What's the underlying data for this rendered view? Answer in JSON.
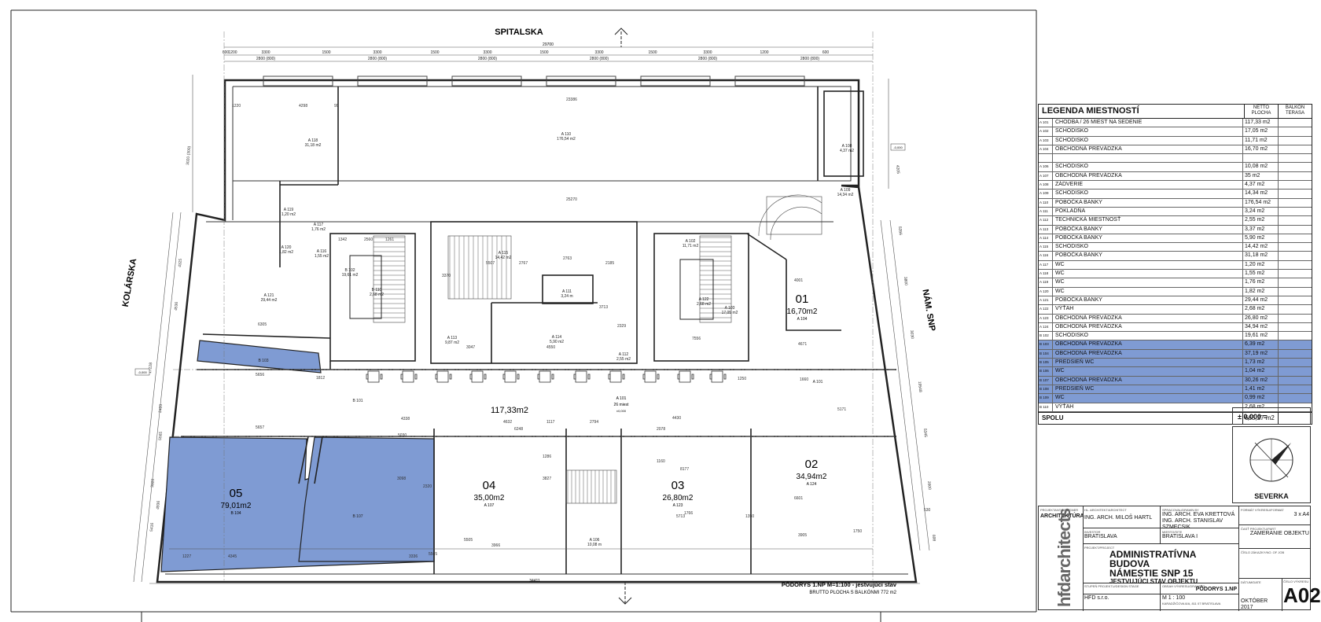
{
  "plan": {
    "streets": {
      "top": "SPITALSKA",
      "left": "KOLÁRSKA",
      "right": "NÁM. SNP"
    },
    "top_dims_main": [
      "600",
      "1200",
      "3300",
      "1500",
      "3300",
      "1500",
      "3300",
      "1500",
      "3300",
      "1500",
      "3300",
      "1200",
      "600"
    ],
    "top_dims_sub": [
      "2800 (800)",
      "2800 (800)",
      "2800 (800)",
      "2800 (800)",
      "2800 (800)",
      "2800 (800)",
      "2800 (800)",
      "2800 (800)"
    ],
    "overall_width": "29700",
    "bottom_width": "34411",
    "units": [
      {
        "num": "05",
        "area": "79,01m2",
        "code": "B 104"
      },
      {
        "num": "04",
        "area": "35,00m2",
        "code": "A 107"
      },
      {
        "num": "03",
        "area": "26,80m2",
        "code": "A 123"
      },
      {
        "num": "02",
        "area": "34,94m2",
        "code": "A 124"
      },
      {
        "num": "01",
        "area": "16,70m2",
        "code": "A 104"
      }
    ],
    "corridor": {
      "area": "117,33m2",
      "label": "A 101",
      "seats": "26 miest",
      "level": "±0,000"
    },
    "rooms": [
      {
        "code": "A 110",
        "area": "176,54 m2"
      },
      {
        "code": "A 118",
        "area": "31,18 m2"
      },
      {
        "code": "A 109",
        "area": "14,34 m2"
      },
      {
        "code": "A 108",
        "area": "4,37 m2"
      },
      {
        "code": "A 119",
        "area": "1,20 m2"
      },
      {
        "code": "A 120",
        "area": "1,82 m2"
      },
      {
        "code": "A 117",
        "area": "1,76 m2"
      },
      {
        "code": "A 116",
        "area": "1,55 m2"
      },
      {
        "code": "A 121",
        "area": "29,44 m2"
      },
      {
        "code": "B 102",
        "area": "19,61 m2"
      },
      {
        "code": "B 110",
        "area": "2,68 m2"
      },
      {
        "code": "A 115",
        "area": "14,42 m2"
      },
      {
        "code": "A 111",
        "area": "3,24 m"
      },
      {
        "code": "A 113",
        "area": "9,87 m2"
      },
      {
        "code": "A 114",
        "area": "5,90 m2"
      },
      {
        "code": "A 112",
        "area": "2,55 m2"
      },
      {
        "code": "A 102",
        "area": "11,71 m2"
      },
      {
        "code": "A 122",
        "area": "2,68 m2"
      },
      {
        "code": "A 103",
        "area": "17,05 m2"
      },
      {
        "code": "A 106",
        "area": "10,08 m"
      },
      {
        "code": "B 103",
        "area": ""
      },
      {
        "code": "B 101",
        "area": ""
      },
      {
        "code": "A 101",
        "area": ""
      },
      {
        "code": "B 107",
        "area": ""
      }
    ],
    "dims": [
      "4298",
      "99",
      "23386",
      "1220",
      "25270",
      "1342",
      "2560",
      "1261",
      "3370",
      "5507",
      "2767",
      "4001",
      "2185",
      "2763",
      "3713",
      "6305",
      "5656",
      "5657",
      "4632",
      "1117",
      "2794",
      "4430",
      "5171",
      "3047",
      "4550",
      "2329",
      "3905",
      "1750",
      "6601",
      "5713",
      "1227",
      "4345",
      "3336",
      "3966",
      "5505",
      "1286",
      "3827",
      "6248",
      "8177",
      "1350",
      "7556",
      "4671",
      "1660",
      "1250",
      "1812",
      "4338",
      "5030",
      "3098",
      "5565",
      "2320",
      "1766",
      "530",
      "1160",
      "2078"
    ],
    "left_dims": [
      "3020 (300)",
      "4325",
      "4536",
      "17228",
      "2420",
      "5565",
      "3320",
      "4936",
      "5416"
    ],
    "right_dims": [
      "4205",
      "5356",
      "3800",
      "3030",
      "19548",
      "5345",
      "2600",
      "698"
    ],
    "caption_line1": "PÔDORYS 1.NP M=1:100 - jestvujúci stav",
    "caption_line2": "BRUTTO PLOCHA S BALKÓNMI 772 m2",
    "level_tag": "-0,000",
    "colors": {
      "highlight": "#7f9bd3",
      "line": "#222222",
      "light": "#8a8a8a"
    }
  },
  "legend": {
    "title": "LEGENDA MIESTNOSTÍ",
    "col_area": "NETTO PLOCHA",
    "col_terrace": "BALKÓN TERASA",
    "rows": [
      {
        "code": "A 101",
        "name": "CHODBA / 26 MIEST NA SEDENIE",
        "area": "117,33 m2",
        "hl": false
      },
      {
        "code": "A 102",
        "name": "SCHODISKO",
        "area": "17,05 m2",
        "hl": false
      },
      {
        "code": "A 103",
        "name": "SCHODISKO",
        "area": "11,71 m2",
        "hl": false
      },
      {
        "code": "A 104",
        "name": "OBCHODNÁ PREVÁDZKA",
        "area": "16,70 m2",
        "hl": false
      },
      {
        "code": "",
        "name": "",
        "area": "",
        "hl": false
      },
      {
        "code": "A 106",
        "name": "SCHODISKO",
        "area": "10,08 m2",
        "hl": false
      },
      {
        "code": "A 107",
        "name": "OBCHODNÁ PREVÁDZKA",
        "area": "35 m2",
        "hl": false
      },
      {
        "code": "A 108",
        "name": "ZÁDVERIE",
        "area": "4,37 m2",
        "hl": false
      },
      {
        "code": "A 109",
        "name": "SCHODISKO",
        "area": "14,34 m2",
        "hl": false
      },
      {
        "code": "A 110",
        "name": "POBOČKA BANKY",
        "area": "176,54 m2",
        "hl": false
      },
      {
        "code": "A 111",
        "name": "POKLADŇA",
        "area": "3,24 m2",
        "hl": false
      },
      {
        "code": "A 112",
        "name": "TECHNICKÁ MIESTNOSŤ",
        "area": "2,55 m2",
        "hl": false
      },
      {
        "code": "A 113",
        "name": "POBOČKA BANKY",
        "area": "3,37 m2",
        "hl": false
      },
      {
        "code": "A 114",
        "name": "POBOČKA BANKY",
        "area": "5,90 m2",
        "hl": false
      },
      {
        "code": "A 115",
        "name": "SCHODISKO",
        "area": "14,42 m2",
        "hl": false
      },
      {
        "code": "A 116",
        "name": "POBOČKA BANKY",
        "area": "31,18 m2",
        "hl": false
      },
      {
        "code": "A 117",
        "name": "WC",
        "area": "1,20 m2",
        "hl": false
      },
      {
        "code": "A 118",
        "name": "WC",
        "area": "1,55 m2",
        "hl": false
      },
      {
        "code": "A 119",
        "name": "WC",
        "area": "1,76 m2",
        "hl": false
      },
      {
        "code": "A 120",
        "name": "WC",
        "area": "1,82 m2",
        "hl": false
      },
      {
        "code": "A 121",
        "name": "POBOČKA BANKY",
        "area": "29,44 m2",
        "hl": false
      },
      {
        "code": "A 122",
        "name": "VÝŤAH",
        "area": "2,68 m2",
        "hl": false
      },
      {
        "code": "A 123",
        "name": "OBCHODNÁ PREVÁDZKA",
        "area": "26,80 m2",
        "hl": false
      },
      {
        "code": "A 124",
        "name": "OBCHODNÁ PREVÁDZKA",
        "area": "34,94 m2",
        "hl": false
      },
      {
        "code": "B 102",
        "name": "SCHODISKO",
        "area": "19,61 m2",
        "hl": false
      },
      {
        "code": "B 103",
        "name": "OBCHODNÁ PREVÁDZKA",
        "area": "6,39 m2",
        "hl": true
      },
      {
        "code": "B 104",
        "name": "OBCHODNÁ PREVÁDZKA",
        "area": "37,19 m2",
        "hl": true
      },
      {
        "code": "B 105",
        "name": "PREDSIEŇ WC",
        "area": "1,73 m2",
        "hl": true
      },
      {
        "code": "B 106",
        "name": "WC",
        "area": "1,04 m2",
        "hl": true
      },
      {
        "code": "B 107",
        "name": "OBCHODNÁ PREVÁDZKA",
        "area": "30,26 m2",
        "hl": true
      },
      {
        "code": "B 108",
        "name": "PREDSIEŇ WC",
        "area": "1,41 m2",
        "hl": true
      },
      {
        "code": "B 109",
        "name": "WC",
        "area": "0,99 m2",
        "hl": true
      },
      {
        "code": "B 110",
        "name": "VÝŤAH",
        "area": "2,68 m2",
        "hl": false
      }
    ],
    "total_label": "SPOLU",
    "total_value": "665,27 m2"
  },
  "zero_level": "± 0,000 =",
  "north_label": "SEVERKA",
  "titleblock": {
    "firm_small": "PROJEKTANT/DESIGNER",
    "firm_name": "ARCHITEKTÚRA",
    "logo_text": "hfdarchitects",
    "arch_small": "HL. ARCHITEKT/ARCHITECT",
    "arch": "ING. ARCH. MILOŠ HARTL",
    "elab_small": "SPRACOVAL/DRAWN BY",
    "elab1": "ING. ARCH. EVA KRETTOVÁ",
    "elab2": "ING. ARCH. STANISLAV SZMECSIK",
    "inv_small": "INVESTOR",
    "inv": "BRATISLAVA",
    "place_small": "MIESTO/SITE",
    "place": "BRATISLAVA I",
    "proj_small": "PROJEKT/PROJECT",
    "proj1": "ADMINISTRATÍVNA BUDOVA",
    "proj2": "NÁMESTIE SNP 15",
    "proj3": "JESTVUJÚCI STAV OBJEKTU",
    "stage_small": "STUPEŇ PROJEKTU/DESIGN STAGE",
    "draw_small": "OBSAH VÝKRESU/DRAWING",
    "draw": "PÔDORYS 1.NP",
    "scale_small": "M 1 : 100",
    "company": "HFD s.r.o.",
    "address": "KARADŽIČOVA 8/A, 811 07 BRATISLAVA",
    "format_small": "FORMÁT VÝKRESU/FORMAT",
    "format": "3 x A4",
    "part_small": "ČASŤ PROJEKTU/PART",
    "part": "ZAMERANIE OBJEKTU",
    "num_small": "ČÍSLO ZÁKAZKY/NO. OF JOB",
    "date_small": "DÁTUM/DATE",
    "date": "OKTÓBER 2017",
    "sheet": "A02",
    "sheet_small": "ČÍSLO VÝKRESU"
  }
}
